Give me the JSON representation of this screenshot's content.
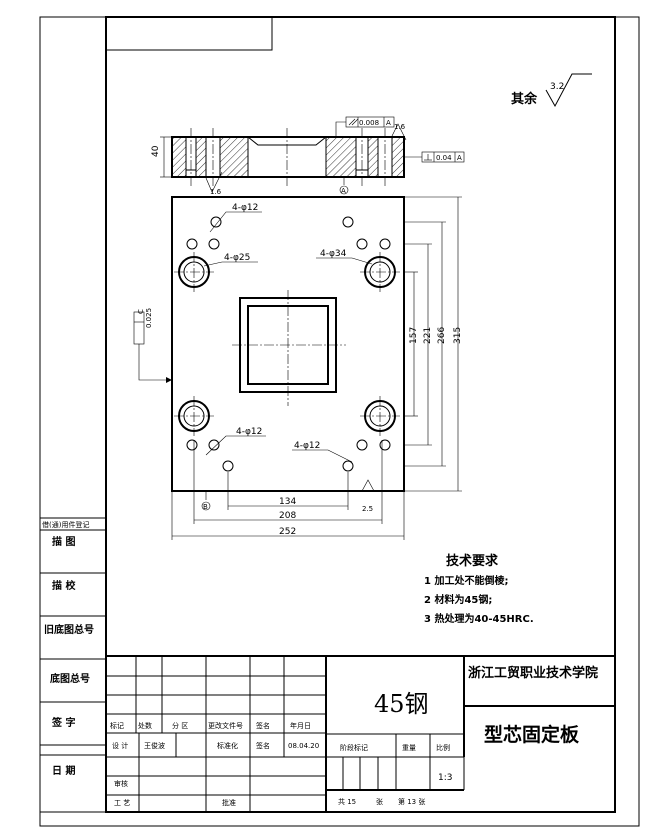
{
  "roughness": {
    "label": "其余",
    "value": "3.2"
  },
  "section_view": {
    "height_dim": "40",
    "roughness_bottom": "1.6",
    "roughness_top": "1.6",
    "parallel_tol": "0.008",
    "parallel_datum": "A",
    "flat_tol": "0.04",
    "flat_datum": "A",
    "datum_label": "A"
  },
  "plan_view": {
    "callouts": [
      "4-φ12",
      "4-φ25",
      "4-φ34",
      "4-φ12",
      "4-φ12"
    ],
    "dims_h": [
      "134",
      "208",
      "252"
    ],
    "dims_v": [
      "157",
      "221",
      "266",
      "315"
    ],
    "side_tol": "0.025",
    "side_datum": "C",
    "roughness_bottom": "2.5",
    "datum_b": "B"
  },
  "tech_req": {
    "title": "技术要求",
    "items": [
      "1 加工处不能倒棱;",
      "2 材料为45钢;",
      "3 热处理为40-45HRC."
    ]
  },
  "left_column": [
    "借(通)用件登记",
    "描  图",
    "描  校",
    "旧底图总号",
    "底图总号",
    "签  字",
    "日  期"
  ],
  "title_block": {
    "company": "浙江工贸职业技术学院",
    "material": "45钢",
    "part_name": "型芯固定板",
    "rev_headers": [
      "标记",
      "处数",
      "分 区",
      "更改文件号",
      "签名",
      "年月日"
    ],
    "design_row": [
      "设 计",
      "王俊波",
      "标准化",
      "签名",
      "08.04.20"
    ],
    "review": "审核",
    "process": "工 艺",
    "approve": "批准",
    "stage_label": "阶段标记",
    "weight_label": "重量",
    "scale_label": "比例",
    "scale": "1:3",
    "sheet_total": "共 15",
    "sheet_word": "张",
    "sheet_no": "第 13 张"
  }
}
